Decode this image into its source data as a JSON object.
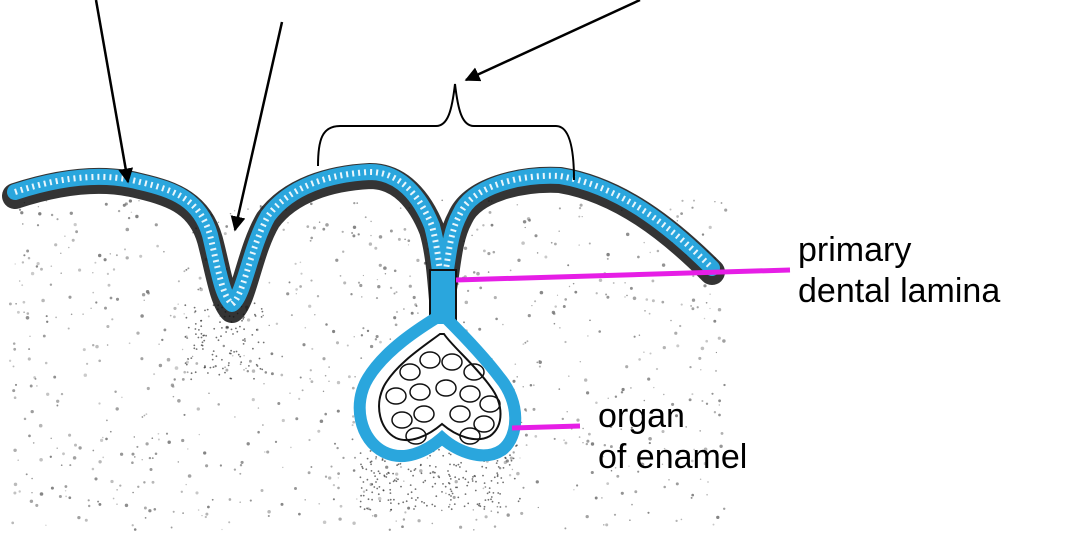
{
  "labels": {
    "primary_dental_lamina": [
      "primary",
      "dental lamina"
    ],
    "organ_of_enamel": [
      "organ",
      "of enamel"
    ]
  },
  "colors": {
    "epithelium": "#2aa6dd",
    "leader_line": "#e61ee6",
    "arrow": "#000000",
    "stipple": "#6b6b6b",
    "background": "#ffffff"
  }
}
